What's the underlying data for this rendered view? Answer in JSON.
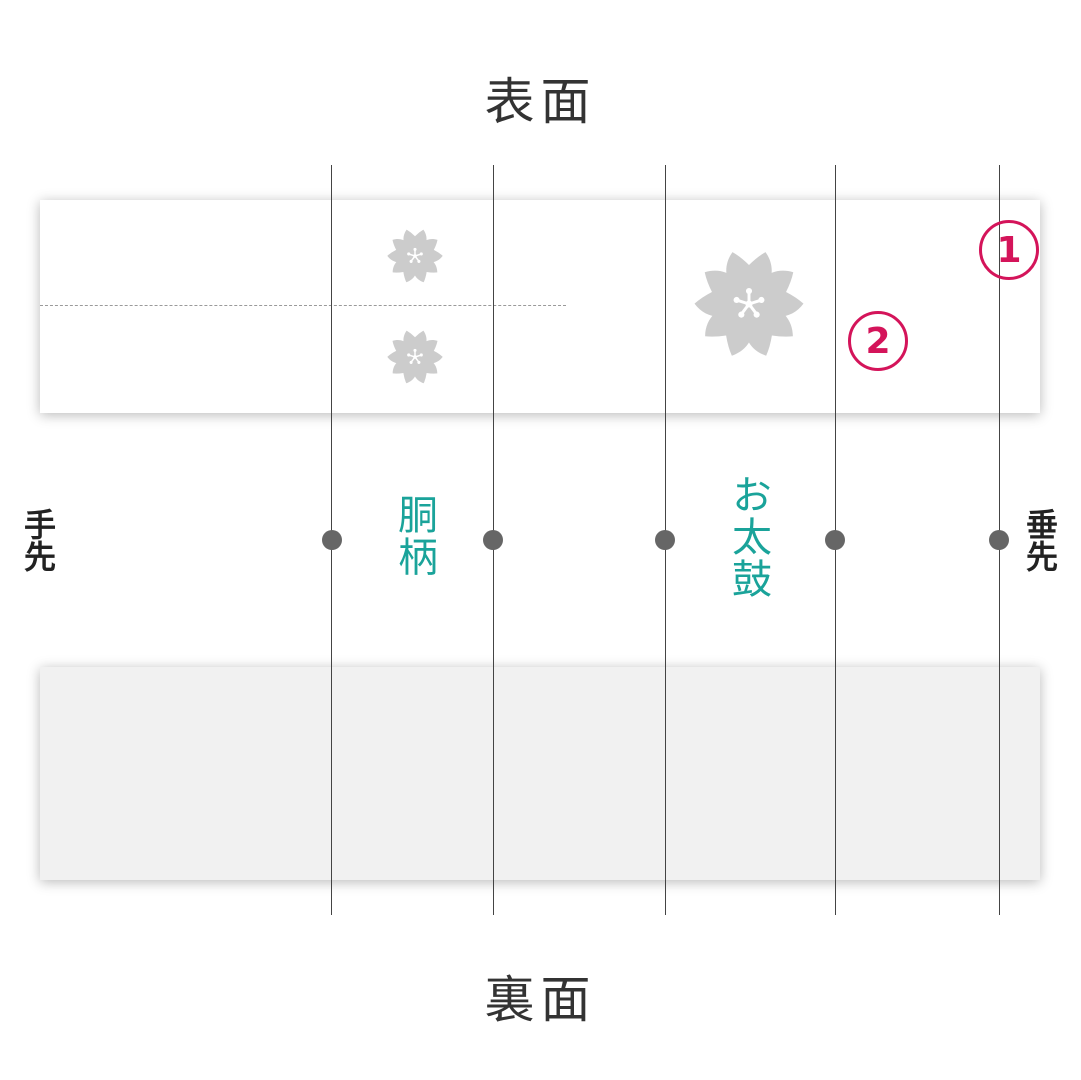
{
  "labels": {
    "front": "表面",
    "back": "裏面",
    "tesaki": "手先",
    "tarekaki": "垂先",
    "dougara": "胴柄",
    "otaiko": "お太鼓"
  },
  "markers": {
    "one": "1",
    "two": "2"
  },
  "colors": {
    "section_label": "#1aa39a",
    "marker": "#d4145a",
    "flower": "#cccccc",
    "back_panel": "#f1f1f1"
  },
  "icons": {
    "flower": "sakura-flower-icon"
  }
}
